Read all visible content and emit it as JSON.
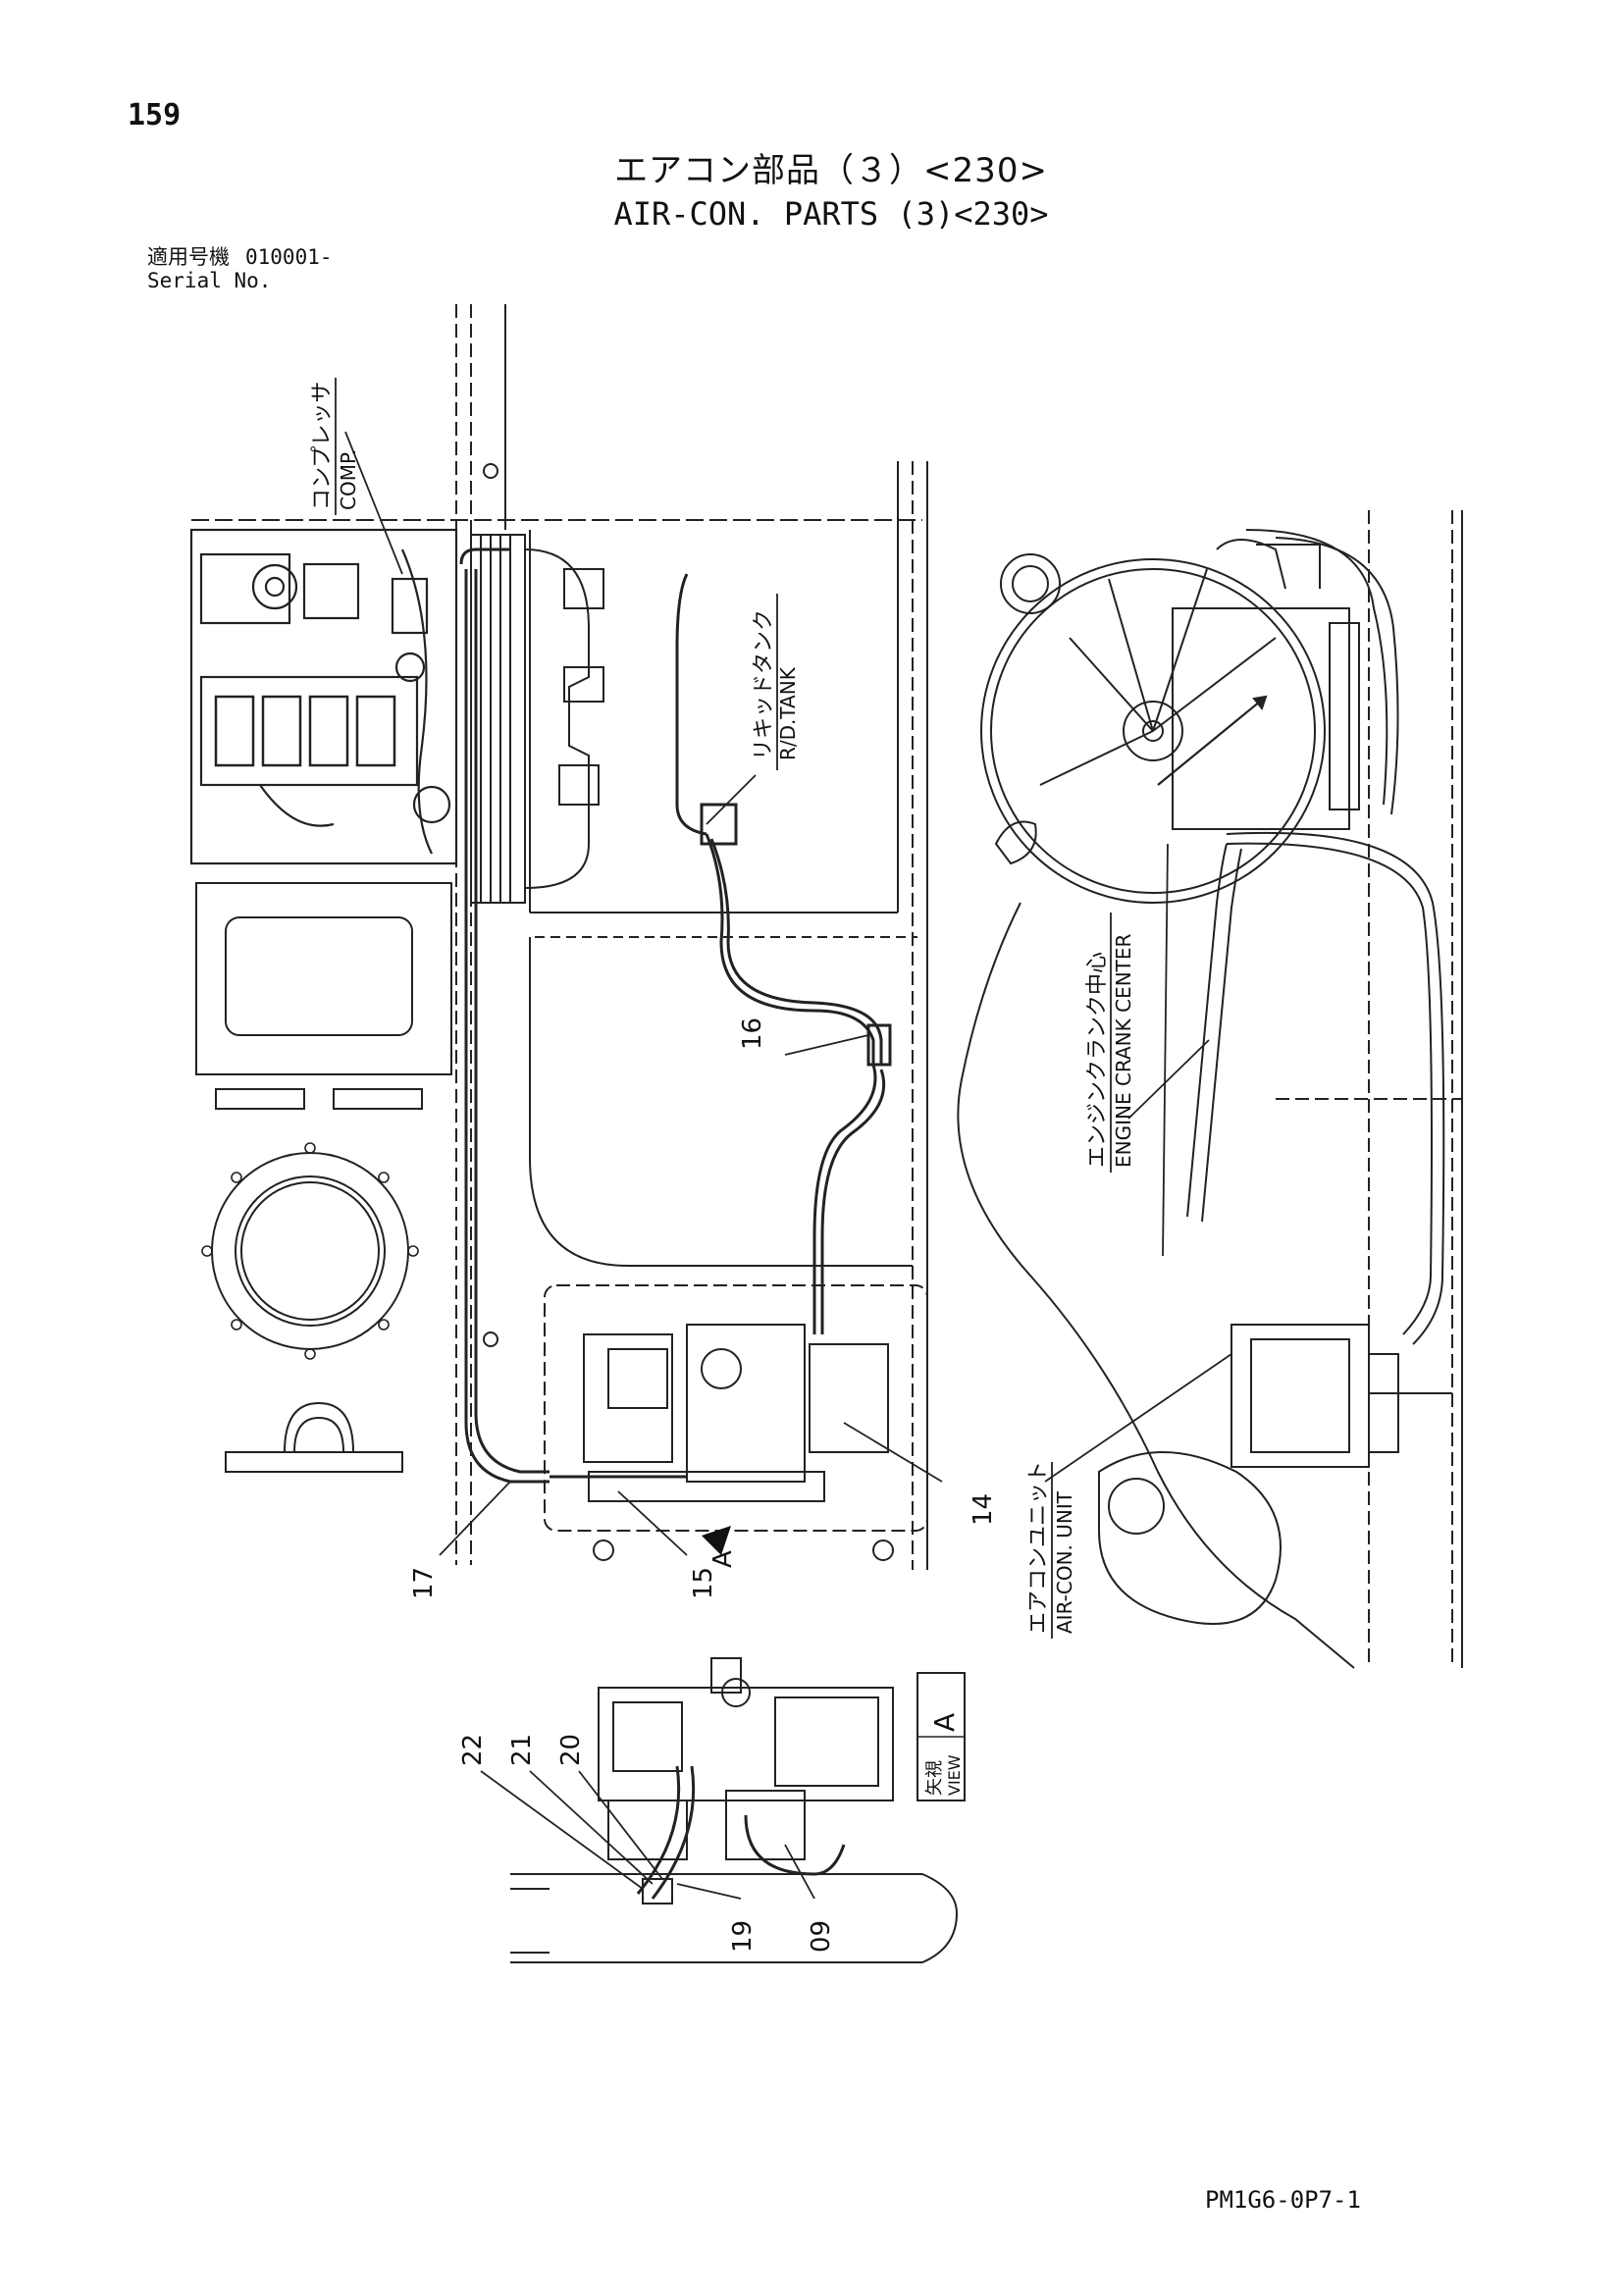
{
  "page": {
    "number": "159",
    "title_jp": "エアコン部品（３）<230>",
    "title_en": "AIR-CON. PARTS (3)<230>",
    "serial_label_jp": "適用号機",
    "serial_value": "010001-",
    "serial_label_en": "Serial No.",
    "page_code": "PM1G6-0P7-1"
  },
  "labels": {
    "comp_jp": "コンプレッサ",
    "comp_en": "COMP.",
    "tank_jp": "リキッドタンク",
    "tank_en": "R/D.TANK",
    "crank_jp": "エンジンクランク中心",
    "crank_en": "ENGINE CRANK CENTER",
    "unit_jp": "エアコンユニット",
    "unit_en": "AIR-CON. UNIT",
    "view_jp": "矢視",
    "view_en": "VIEW",
    "view_letter": "A",
    "arrow_letter": "A"
  },
  "callouts": {
    "c09": "09",
    "c14": "14",
    "c15": "15",
    "c16": "16",
    "c17": "17",
    "c19": "19",
    "c20": "20",
    "c21": "21",
    "c22": "22"
  }
}
